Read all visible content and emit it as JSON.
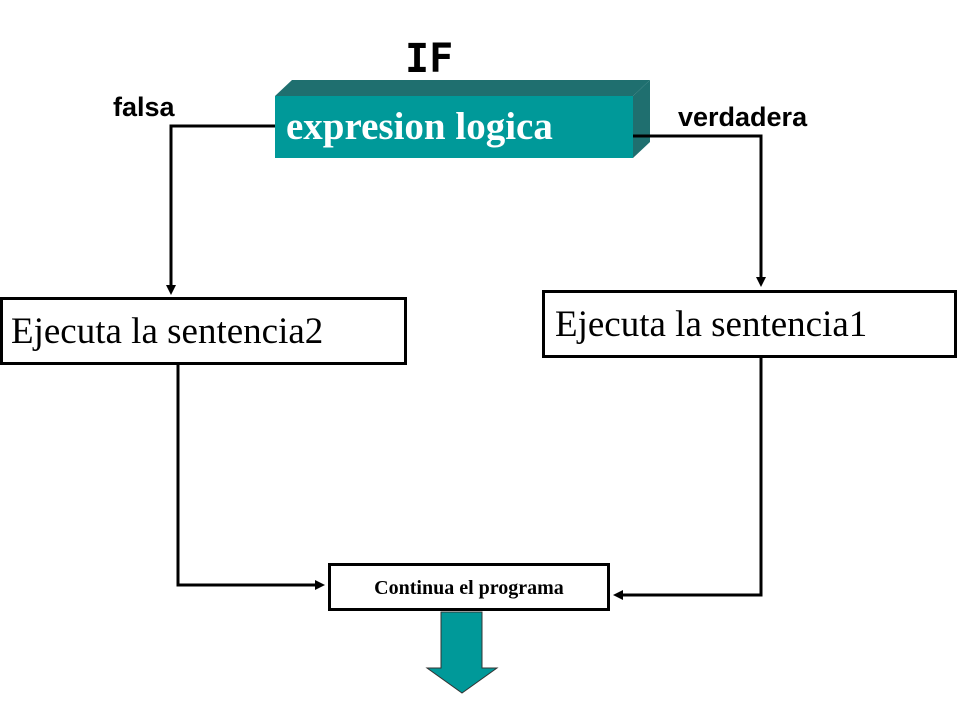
{
  "title": "IF",
  "condition": {
    "label": "expresion  logica",
    "color": "#009999"
  },
  "branches": {
    "false_label": "falsa",
    "true_label": "verdadera"
  },
  "boxes": {
    "false_action": "Ejecuta la sentencia2",
    "true_action": "Ejecuta  la sentencia1",
    "continue": "Continua el programa"
  },
  "colors": {
    "accent": "#009999",
    "line": "#000000"
  }
}
